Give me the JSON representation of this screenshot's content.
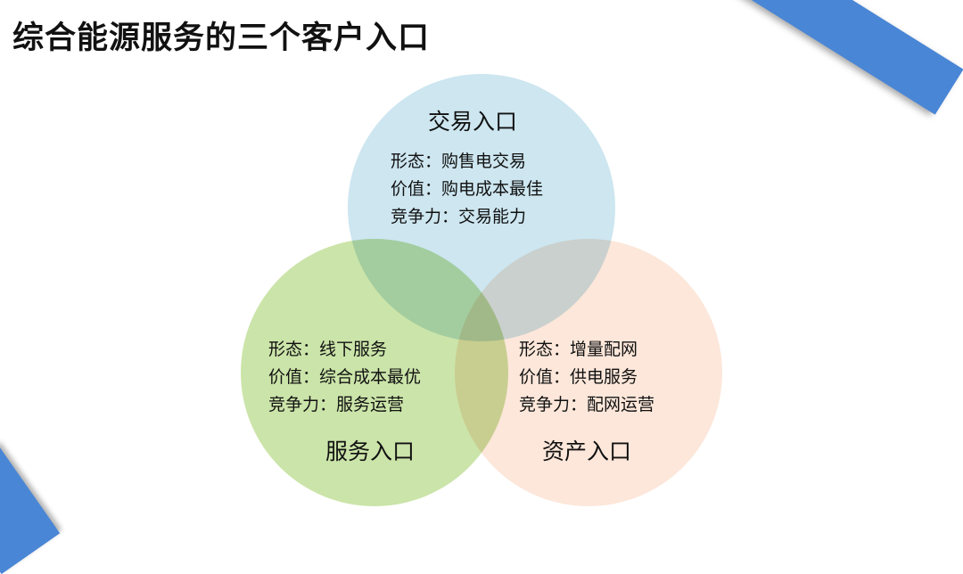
{
  "title": "综合能源服务的三个客户入口",
  "circles": {
    "trade": {
      "label": "交易入口",
      "lines": [
        "形态：购售电交易",
        "价值：购电成本最佳",
        "竞争力：交易能力"
      ],
      "color": "#cde6f0"
    },
    "service": {
      "label": "服务入口",
      "lines": [
        "形态：线下服务",
        "价值：综合成本最优",
        "竞争力：服务运营"
      ],
      "color": "#cbe4a9"
    },
    "asset": {
      "label": "资产入口",
      "lines": [
        "形态：增量配网",
        "价值：供电服务",
        "竞争力：配网运营"
      ],
      "color": "#fce7da"
    }
  },
  "accent": "#4a86d6"
}
